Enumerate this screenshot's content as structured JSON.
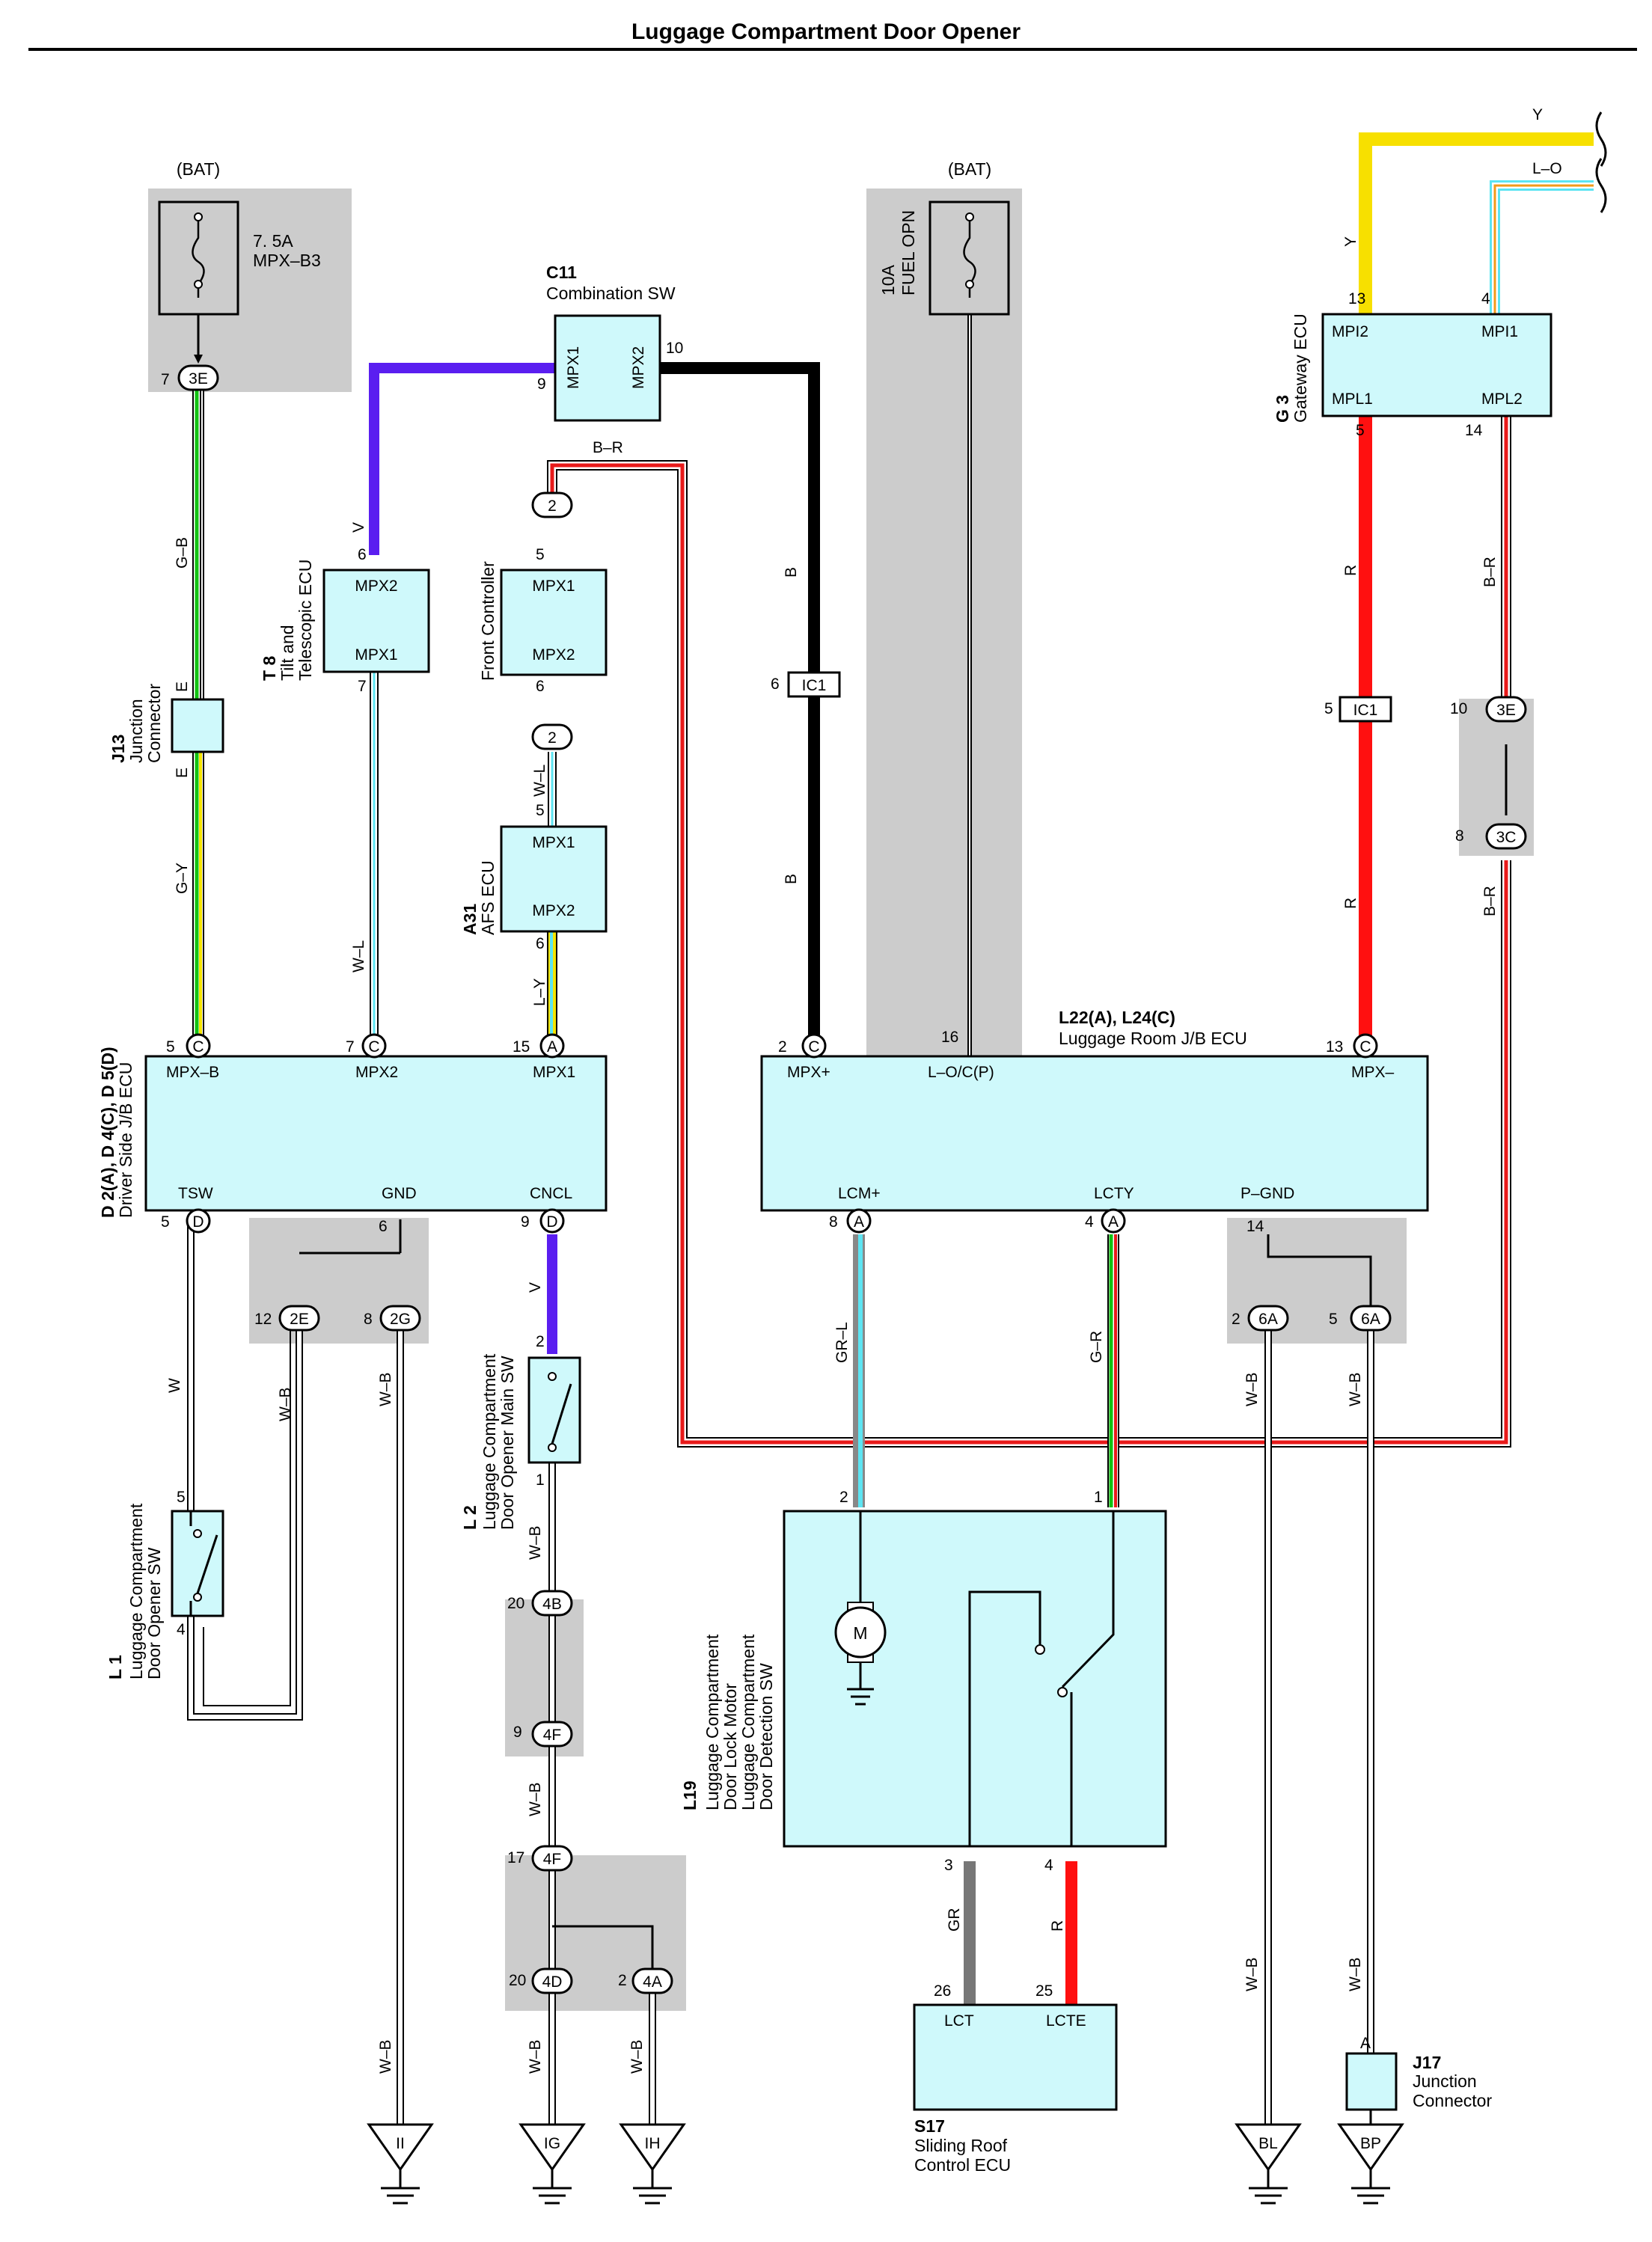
{
  "title": "Luggage Compartment Door Opener",
  "power": {
    "bat_left": "(BAT)",
    "fuse_left": [
      "7. 5A",
      "MPX–B3"
    ],
    "bat_right": "(BAT)",
    "fuse_right": [
      "10A",
      "FUEL OPN"
    ]
  },
  "components": {
    "c11": {
      "code": "C11",
      "name": "Combination SW",
      "pins": [
        "MPX1",
        "MPX2"
      ]
    },
    "t8": {
      "code": "T 8",
      "name": [
        "Tilt and",
        "Telescopic ECU"
      ],
      "pins": [
        "MPX2",
        "MPX1"
      ]
    },
    "front": {
      "name": "Front Controller",
      "pins": [
        "MPX1",
        "MPX2"
      ]
    },
    "a31": {
      "code": "A31",
      "name": "AFS ECU",
      "pins": [
        "MPX1",
        "MPX2"
      ]
    },
    "j13": {
      "code": "J13",
      "name": [
        "Junction",
        "Connector"
      ],
      "pins": [
        "E",
        "E"
      ]
    },
    "d2": {
      "code": "D 2(A), D 4(C), D 5(D)",
      "name": "Driver Side J/B ECU",
      "pins": [
        "MPX–B",
        "MPX2",
        "MPX1",
        "TSW",
        "GND",
        "CNCL"
      ]
    },
    "l22": {
      "code": "L22(A), L24(C)",
      "name": "Luggage Room J/B ECU",
      "pins": [
        "MPX+",
        "L–O/C(P)",
        "MPX–",
        "LCM+",
        "LCTY",
        "P–GND"
      ]
    },
    "g3": {
      "code": "G 3",
      "name": "Gateway ECU",
      "pins": [
        "MPI2",
        "MPI1",
        "MPL1",
        "MPL2"
      ]
    },
    "l1": {
      "code": "L 1",
      "name": [
        "Luggage Compartment",
        "Door Opener SW"
      ]
    },
    "l2": {
      "code": "L 2",
      "name": [
        "Luggage Compartment",
        "Door Opener Main SW"
      ]
    },
    "l19": {
      "code": "L19",
      "name": [
        "Luggage Compartment",
        "Door Lock Motor",
        "Luggage Compartment",
        "Door Detection SW"
      ],
      "motor": "M"
    },
    "s17": {
      "code": "S17",
      "name": [
        "Sliding Roof",
        "Control ECU"
      ],
      "pins": [
        "LCT",
        "LCTE"
      ]
    },
    "j17": {
      "code": "J17",
      "name": [
        "Junction",
        "Connector"
      ],
      "pin": "A"
    }
  },
  "connectors": [
    "3E",
    "C",
    "C",
    "A",
    "D",
    "D",
    "2",
    "2",
    "2E",
    "2G",
    "4B",
    "4F",
    "4F",
    "4D",
    "4A",
    "IC1",
    "IC1",
    "C",
    "C",
    "A",
    "A",
    "6A",
    "6A",
    "3E",
    "3C"
  ],
  "wires": [
    "G–B",
    "G–Y",
    "V",
    "W–L",
    "W–L",
    "L–Y",
    "B",
    "B",
    "B–R",
    "Y",
    "L–O",
    "Y",
    "R",
    "R",
    "B–R",
    "B–R",
    "W",
    "W–B",
    "W–B",
    "V",
    "W–B",
    "W–B",
    "W–B",
    "W–B",
    "W–B",
    "GR–L",
    "G–R",
    "GR",
    "R",
    "W–B",
    "W–B",
    "W–B",
    "W–B"
  ],
  "pin_numbers": [
    "7",
    "5",
    "7",
    "15",
    "9",
    "10",
    "6",
    "7",
    "5",
    "6",
    "5",
    "6",
    "2",
    "6",
    "16",
    "13",
    "4",
    "5",
    "14",
    "5",
    "10",
    "8",
    "13",
    "5",
    "6",
    "9",
    "8",
    "4",
    "14",
    "12",
    "8",
    "2",
    "5",
    "2",
    "1",
    "5",
    "4",
    "20",
    "9",
    "17",
    "20",
    "2",
    "2",
    "1",
    "3",
    "4",
    "26",
    "25",
    "A"
  ],
  "grounds": [
    "II",
    "IG",
    "IH",
    "BL",
    "BP"
  ]
}
